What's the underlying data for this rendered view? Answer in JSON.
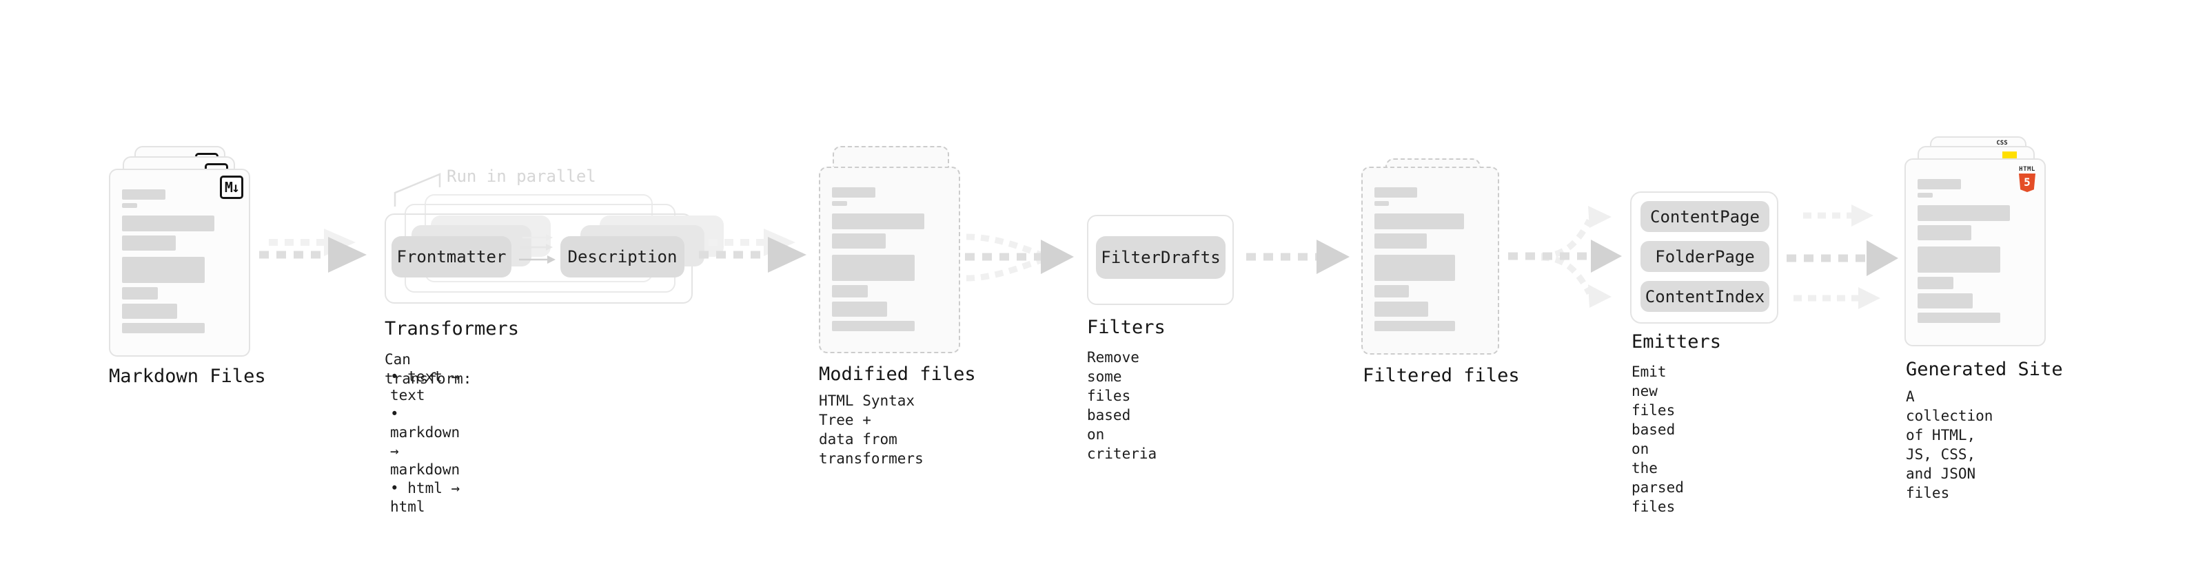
{
  "stages": {
    "markdown_files": {
      "label": "Markdown Files",
      "badge": "M↓"
    },
    "transformers": {
      "label": "Transformers",
      "annotation": "Run in parallel",
      "node_a": "Frontmatter",
      "node_b": "Description",
      "can_transform_title": "Can transform:",
      "bullets": "• text → text\n• markdown → markdown\n• html → html"
    },
    "modified_files": {
      "label": "Modified files",
      "description": "HTML Syntax Tree +\ndata from transformers"
    },
    "filters": {
      "label": "Filters",
      "node": "FilterDrafts",
      "description": "Remove some files based\non criteria"
    },
    "filtered_files": {
      "label": "Filtered files"
    },
    "emitters": {
      "label": "Emitters",
      "nodes": [
        "ContentPage",
        "FolderPage",
        "ContentIndex"
      ],
      "description": "Emit new files based on\nthe parsed files"
    },
    "generated_site": {
      "label": "Generated Site",
      "description": "A collection of HTML,\nJS, CSS, and JSON files",
      "css_badge": "CSS",
      "html_badge_text": "HTML",
      "html_badge_number": "5"
    }
  },
  "colors": {
    "arrow_main": "#d2d2d2",
    "arrow_dash": "#dedede",
    "arrow_ghost": "#f0f0f0",
    "node_fill": "#dcdcdc",
    "skeleton": "#d9d9d9",
    "css_accent": "#2760e6",
    "js_accent": "#ffdf00",
    "html_accent": "#e44d26"
  }
}
